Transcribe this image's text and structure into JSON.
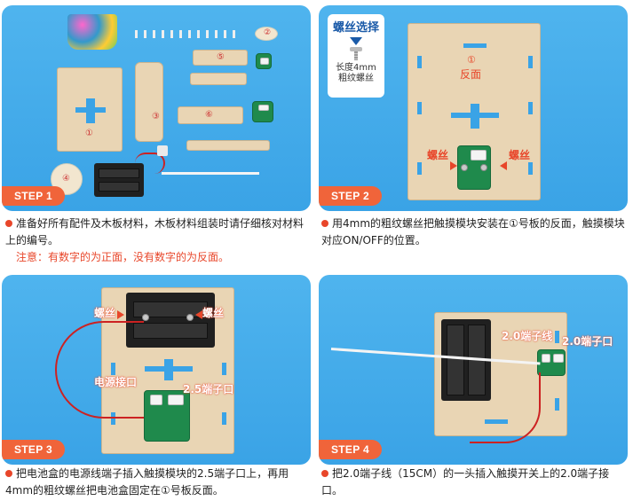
{
  "steps": [
    {
      "badge": "STEP 1",
      "description": "准备好所有配件及木板材料，木板材料组装时请仔细核对材料上的编号。",
      "note": "注意：有数字的为正面，没有数字的为反面。",
      "part_numbers": [
        "①",
        "②",
        "③",
        "④",
        "⑤",
        "⑥"
      ]
    },
    {
      "badge": "STEP 2",
      "description": "用4mm的粗纹螺丝把触摸模块安装在①号板的反面，触摸模块对应ON/OFF的位置。",
      "screw_box": {
        "title": "螺丝选择",
        "sub1": "长度4mm",
        "sub2": "粗纹螺丝"
      },
      "board_label_num": "①",
      "board_label": "反面",
      "screw_left": "螺丝",
      "screw_right": "螺丝"
    },
    {
      "badge": "STEP 3",
      "description": "把电池盒的电源线端子插入触摸模块的2.5端子口上，再用4mm的粗纹螺丝把电池盒固定在①号板反面。",
      "screw_left": "螺丝",
      "screw_right": "螺丝",
      "power_port": "电源接口",
      "port_25": "2.5端子口"
    },
    {
      "badge": "STEP 4",
      "description": "把2.0端子线（15CM）的一头插入触摸开关上的2.0端子接口。",
      "wire_label": "2.0端子线",
      "port_20": "2.0端子口"
    }
  ],
  "colors": {
    "panel": "#3aa3e6",
    "badge": "#f0643a",
    "accent": "#e8462a",
    "wood": "#e9d5b4",
    "pcb": "#1f8a4c"
  }
}
